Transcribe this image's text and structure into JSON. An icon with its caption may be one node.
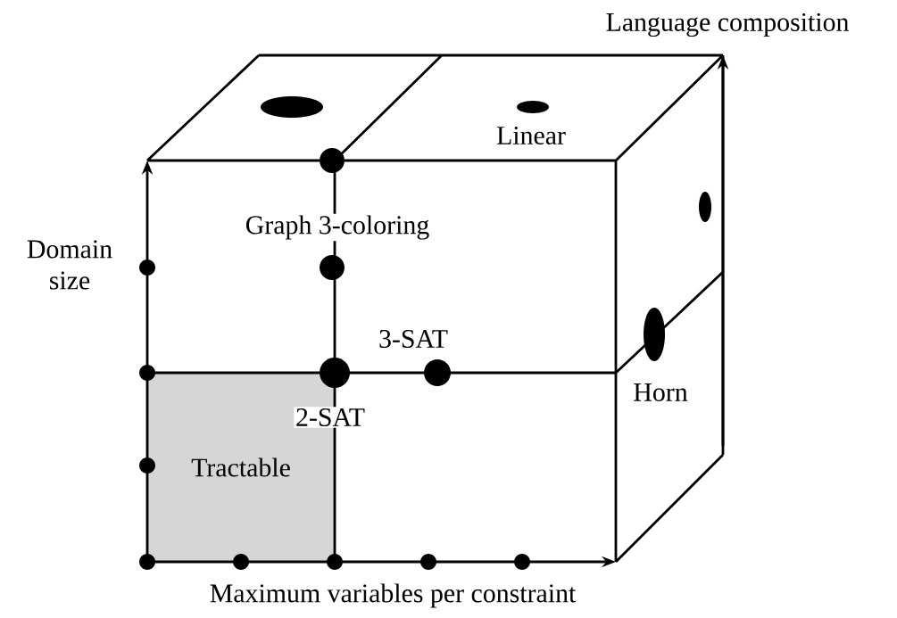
{
  "diagram": {
    "nodes": [
      {
        "text": [
          "Tractable"
        ]
      }
    ],
    "labels": [
      "Language composition",
      "Linear",
      "Graph 3-coloring",
      "Domain size",
      "3-SAT",
      "Horn",
      "2-SAT",
      "Maximum variables per constraint"
    ]
  }
}
